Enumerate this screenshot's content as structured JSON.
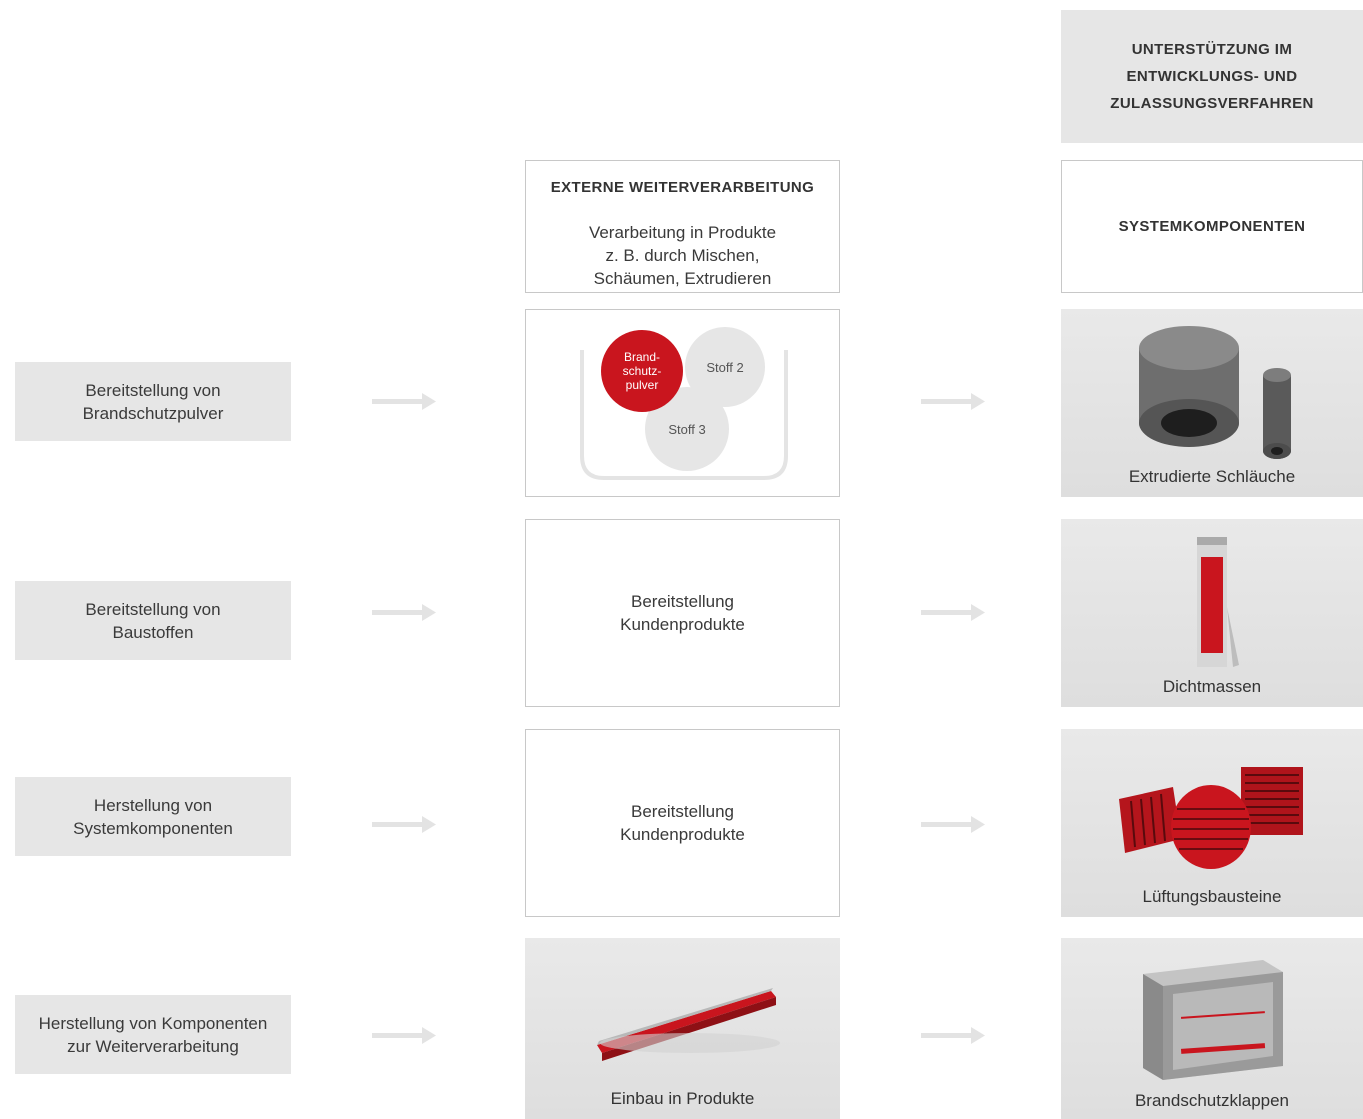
{
  "left_column": {
    "rows": [
      {
        "label": "Bereitstellung von\nBrandschutzpulver"
      },
      {
        "label": "Bereitstellung von\nBaustoffen"
      },
      {
        "label": "Herstellung von\nSystemkomponenten"
      },
      {
        "label": "Herstellung von Komponenten\nzur Weiterverarbeitung"
      }
    ]
  },
  "middle_column": {
    "header": {
      "title": "EXTERNE WEITERVERARBEITUNG",
      "description": "Verarbeitung in Produkte\nz. B. durch Mischen,\nSchäumen, Extrudieren"
    },
    "mixing": {
      "circle_red": "Brand-\nschutz-\npulver",
      "circle_2": "Stoff 2",
      "circle_3": "Stoff 3"
    },
    "row2_text": "Bereitstellung\nKundenprodukte",
    "row3_text": "Bereitstellung\nKundenprodukte",
    "row4_caption": "Einbau in Produkte"
  },
  "right_column": {
    "top_header": "UNTERSTÜTZUNG IM\nENTWICKLUNGS- UND\nZULASSUNGSVERFAHREN",
    "header": "SYSTEMKOMPONENTEN",
    "products": [
      {
        "caption": "Extrudierte Schläuche",
        "icon": "foam-tube-icon"
      },
      {
        "caption": "Dichtmassen",
        "icon": "sealant-cartridge-icon"
      },
      {
        "caption": "Lüftungsbausteine",
        "icon": "ventilation-block-icon"
      },
      {
        "caption": "Brandschutzklappen",
        "icon": "fire-damper-icon"
      }
    ]
  },
  "colors": {
    "accent_red": "#c9151e",
    "box_grey": "#e6e6e6",
    "arrow_grey": "#e3e3e3"
  }
}
